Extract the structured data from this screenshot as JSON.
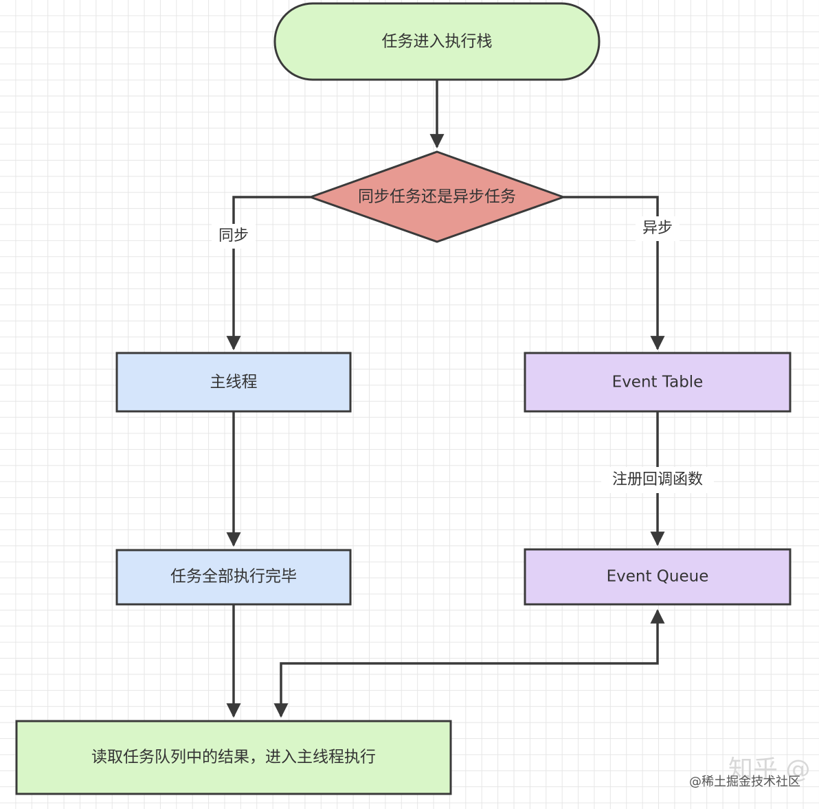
{
  "diagram": {
    "nodes": {
      "start": "任务进入执行栈",
      "decision": "同步任务还是异步任务",
      "main_thread": "主线程",
      "event_table": "Event Table",
      "all_done": "任务全部执行完毕",
      "event_queue": "Event Queue",
      "read_queue": "读取任务队列中的结果，进入主线程执行"
    },
    "edges": {
      "sync": "同步",
      "async": "异步",
      "register": "注册回调函数"
    },
    "colors": {
      "start_fill": "#d9f6c8",
      "decision_fill": "#e79a92",
      "blue_fill": "#d5e5fb",
      "purple_fill": "#e1d1f7",
      "bottom_fill": "#d9f6c8",
      "stroke": "#3a3a3a"
    }
  },
  "watermark": {
    "zhihu": "知乎 @",
    "juejin": "@稀土掘金技术社区"
  }
}
